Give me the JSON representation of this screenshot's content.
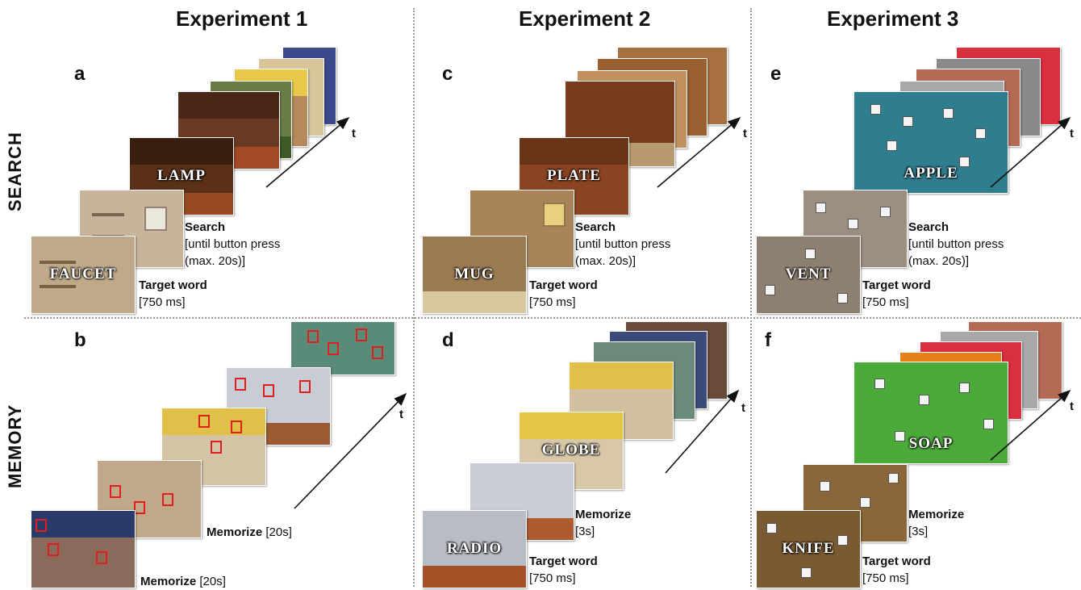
{
  "columns": [
    "Experiment 1",
    "Experiment 2",
    "Experiment 3"
  ],
  "rows": [
    "SEARCH",
    "MEMORY"
  ],
  "panel_letters": [
    "a",
    "b",
    "c",
    "d",
    "e",
    "f"
  ],
  "time_label": "t",
  "panels": {
    "a": {
      "target_word": "FAUCET",
      "search_word": "LAMP",
      "step1_title": "Target word",
      "step1_dur": "[750 ms]",
      "step2_title": "Search",
      "step2_dur_line1": "[until button press",
      "step2_dur_line2": "(max. 20s)]"
    },
    "b": {
      "step1_title": "Memorize",
      "step1_dur": "[20s]",
      "step2_title": "Memorize",
      "step2_dur": "[20s]"
    },
    "c": {
      "target_word": "MUG",
      "search_word": "PLATE",
      "step1_title": "Target word",
      "step1_dur": "[750 ms]",
      "step2_title": "Search",
      "step2_dur_line1": "[until button press",
      "step2_dur_line2": "(max. 20s)]"
    },
    "d": {
      "target_word": "RADIO",
      "memorize_word": "GLOBE",
      "step1_title": "Target word",
      "step1_dur": "[750 ms]",
      "step2_title": "Memorize",
      "step2_dur": "[3s]"
    },
    "e": {
      "target_word": "VENT",
      "search_word": "APPLE",
      "step1_title": "Target word",
      "step1_dur": "[750 ms]",
      "step2_title": "Search",
      "step2_dur_line1": "[until button press",
      "step2_dur_line2": "(max. 20s)]"
    },
    "f": {
      "target_word": "KNIFE",
      "memorize_word": "SOAP",
      "step1_title": "Target word",
      "step1_dur": "[750 ms]",
      "step2_title": "Memorize",
      "step2_dur": "[3s]"
    }
  },
  "colors": {
    "scene_wood": "#6b3a22",
    "scene_kitchen": "#8a5a30",
    "scene_bath": "#c7b49a",
    "scene_bright": "#d9c59a",
    "texture_stone": "#9c8e80",
    "texture_water": "#2f7e90",
    "texture_leaves": "#4caa3a",
    "texture_sand": "#8a6638",
    "texture_brick": "#b56a55",
    "texture_red": "#d8303e",
    "texture_orange": "#e8801a",
    "texture_metal": "#a8a8a8",
    "memory_box": "#e01e1e"
  }
}
